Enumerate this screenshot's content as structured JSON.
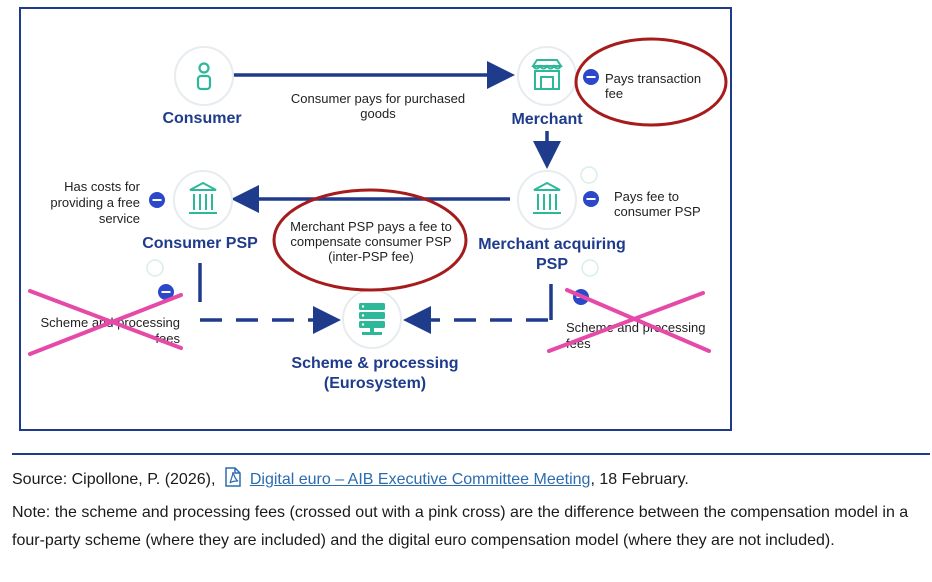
{
  "diagram": {
    "nodes": {
      "consumer": {
        "label": "Consumer",
        "icon": "person-icon"
      },
      "merchant": {
        "label": "Merchant",
        "icon": "shop-icon"
      },
      "consumer_psp": {
        "label": "Consumer PSP",
        "icon": "bank-icon"
      },
      "merchant_psp": {
        "label_line1": "Merchant acquiring",
        "label_line2": "PSP",
        "icon": "bank-icon"
      },
      "scheme": {
        "label_line1": "Scheme & processing",
        "label_line2": "(Eurosystem)",
        "icon": "server-icon"
      }
    },
    "flows": {
      "consumer_to_merchant": {
        "line1": "Consumer pays for purchased",
        "line2": "goods"
      },
      "inter_psp": {
        "line1": "Merchant PSP pays a fee to",
        "line2": "compensate consumer PSP",
        "line3": "(inter-PSP fee)"
      }
    },
    "notes": {
      "merchant_fee": {
        "line1": "Pays  transaction",
        "line2": "fee"
      },
      "merchant_psp_fee": {
        "line1": "Pays fee to",
        "line2": "consumer PSP"
      },
      "consumer_psp_costs": {
        "line1": "Has costs for",
        "line2": "providing a free",
        "line3": "service"
      },
      "left_scheme_fee": {
        "line1": "Scheme and processing",
        "line2": "fees"
      },
      "right_scheme_fee": {
        "line1": "Scheme and processing",
        "line2": "fees"
      }
    },
    "colors": {
      "arrow": "#1f3b8c",
      "icon": "#2eb89a",
      "ellipse": "#a61b1b",
      "cross": "#e64aa8",
      "minus_badge": "#2a48c9"
    }
  },
  "caption": {
    "source_prefix": "Source: Cipollone, P. (2026),",
    "source_link": "Digital euro – AIB Executive Committee Meeting",
    "source_suffix": ", 18 February.",
    "note": "Note: the scheme and processing fees (crossed out with a pink cross) are the difference between the compensation model in a four-party scheme (where they are included) and the digital euro compensation model (where they are not included)."
  }
}
